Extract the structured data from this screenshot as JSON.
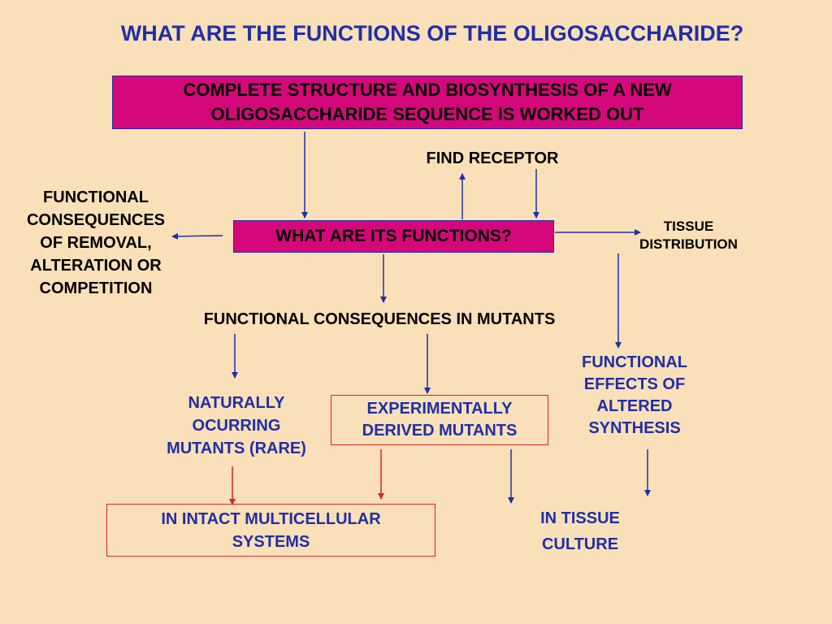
{
  "title": "WHAT ARE THE FUNCTIONS OF THE OLIGOSACCHARIDE?",
  "top_box": {
    "line1": "COMPLETE STRUCTURE AND BIOSYNTHESIS OF A NEW",
    "line2": "OLIGOSACCHARIDE SEQUENCE IS WORKED OUT"
  },
  "center_box": "WHAT ARE ITS FUNCTIONS?",
  "find_receptor": "FIND RECEPTOR",
  "removal": {
    "line1": "FUNCTIONAL",
    "line2": "CONSEQUENCES",
    "line3": "OF REMOVAL,",
    "line4": "ALTERATION OR",
    "line5": "COMPETITION"
  },
  "tissue_distribution": {
    "line1": "TISSUE",
    "line2": "DISTRIBUTION"
  },
  "mutants_heading": "FUNCTIONAL CONSEQUENCES IN MUTANTS",
  "naturally": {
    "line1": "NATURALLY",
    "line2": "OCURRING",
    "line3": "MUTANTS (RARE)"
  },
  "experimental": {
    "line1": "EXPERIMENTALLY",
    "line2": "DERIVED  MUTANTS"
  },
  "effects": {
    "line1": "FUNCTIONAL",
    "line2": "EFFECTS  OF",
    "line3": "ALTERED",
    "line4": "SYNTHESIS"
  },
  "intact": {
    "line1": "IN INTACT MULTICELLULAR",
    "line2": "SYSTEMS"
  },
  "culture": {
    "line1": "IN TISSUE",
    "line2": "CULTURE"
  },
  "colors": {
    "background": "#FAE0B8",
    "magenta": "#D4087A",
    "blue": "#1F2FA8",
    "red": "#E0202A"
  }
}
